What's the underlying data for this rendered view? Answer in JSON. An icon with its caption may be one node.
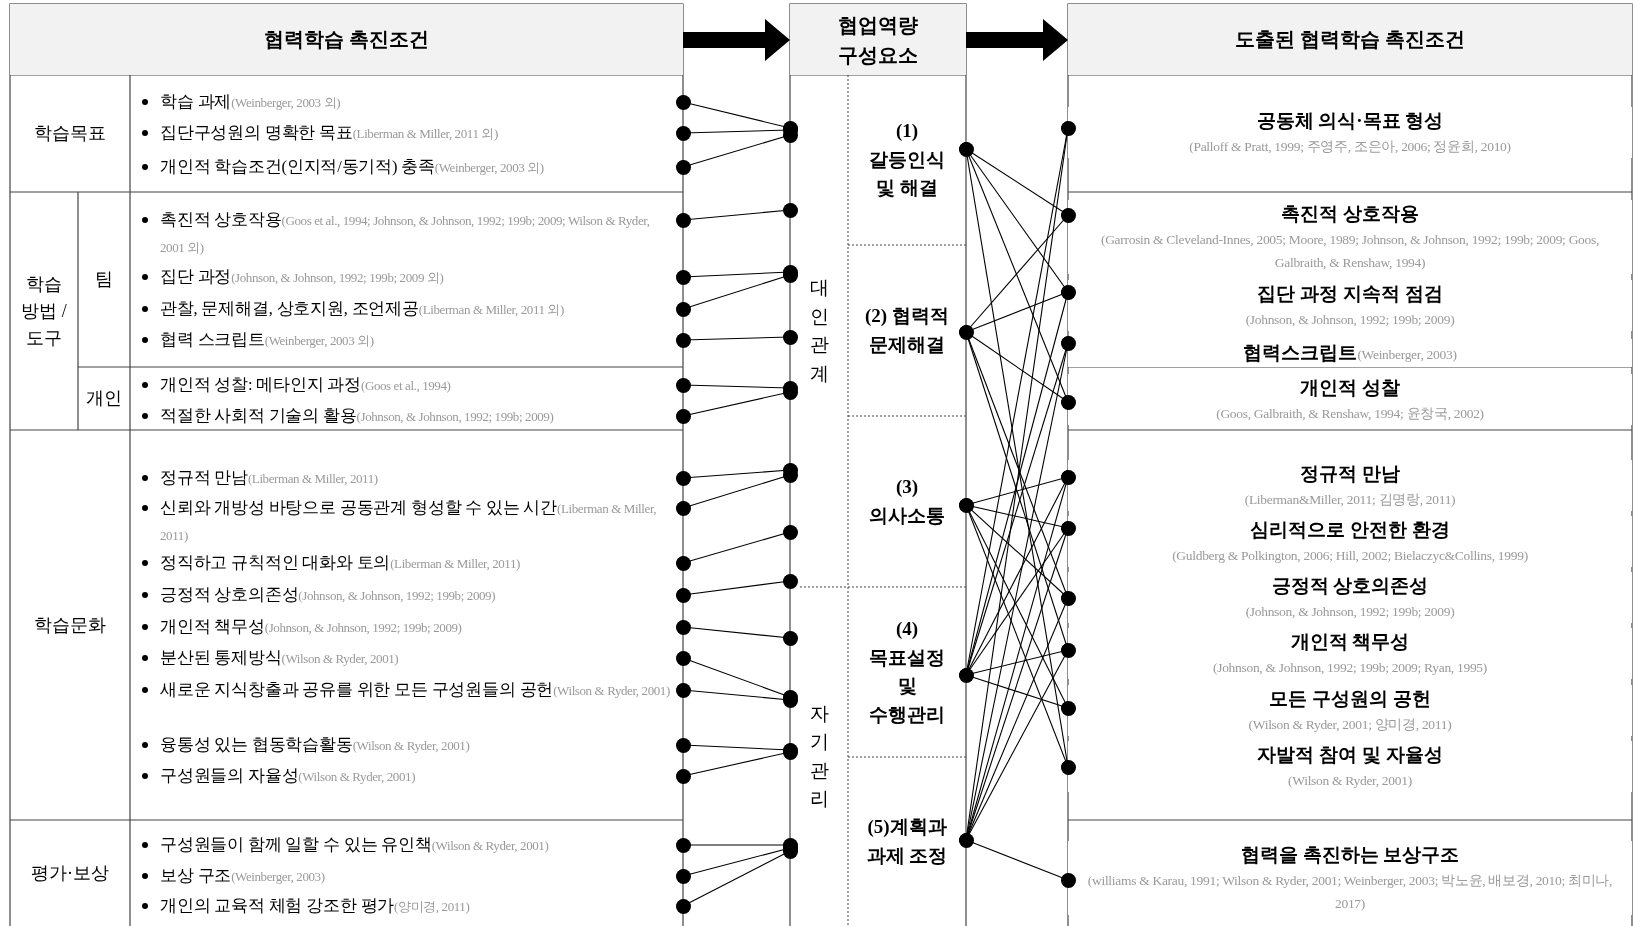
{
  "diagram": {
    "nodes": [
      {
        "text": [
          "협력학습 촉진조건"
        ]
      },
      {
        "text": [
          "학습목표"
        ]
      },
      {
        "text": [
          "학습 방법 /도구"
        ]
      },
      {
        "text": [
          "팀"
        ]
      },
      {
        "text": [
          "개인"
        ]
      },
      {
        "text": [
          "학습문화"
        ]
      },
      {
        "text": [
          "평가·보상"
        ]
      },
      {
        "text": [
          "학습 과제",
          "(Weinberger, 2003 외)"
        ]
      },
      {
        "text": [
          "집단구성원의 명확한 목표",
          "(Liberman &  Miller, 2011 외)"
        ]
      },
      {
        "text": [
          "개인적 학습조건(인지적/동기적) 충족",
          "(Weinberger, 2003 외)"
        ]
      },
      {
        "text": [
          "촉진적 상호작용",
          "(Goos et al., 1994; Johnson, & Johnson, 1992; 199b; 2009; Wilson & Ryder, 2001 외)"
        ]
      },
      {
        "text": [
          "집단 과정",
          "(Johnson, & Johnson, 1992; 199b; 2009 외)"
        ]
      },
      {
        "text": [
          "관찰, 문제해결, 상호지원, 조언제공",
          "(Liberman & Miller, 2011 외)"
        ]
      },
      {
        "text": [
          "협력 스크립트",
          "(Weinberger, 2003 외)"
        ]
      },
      {
        "text": [
          "개인적 성찰: 메타인지 과정",
          "(Goos et al., 1994)"
        ]
      },
      {
        "text": [
          "적절한 사회적 기술의 활용",
          "(Johnson, & Johnson, 1992; 199b; 2009)"
        ]
      },
      {
        "text": [
          "정규적 만남",
          "(Liberman &  Miller, 2011)"
        ]
      },
      {
        "text": [
          "신뢰와 개방성 바탕으로 공동관계 형성할 수 있는 시간",
          "(Liberman &  Miller, 2011)"
        ]
      },
      {
        "text": [
          "정직하고 규칙적인 대화와 토의",
          "(Liberman & Miller, 2011)"
        ]
      },
      {
        "text": [
          "긍정적 상호의존성",
          "(Johnson, & Johnson, 1992; 199b; 2009)"
        ]
      },
      {
        "text": [
          "개인적 책무성",
          "(Johnson, & Johnson, 1992; 199b; 2009)"
        ]
      },
      {
        "text": [
          "분산된 통제방식",
          "(Wilson & Ryder, 2001)"
        ]
      },
      {
        "text": [
          "새로운 지식창출과 공유를 위한 모든 구성원들의 공헌",
          "(Wilson & Ryder, 2001)"
        ]
      },
      {
        "text": [
          "융통성 있는 협동학습활동",
          "(Wilson & Ryder, 2001)"
        ]
      },
      {
        "text": [
          "구성원들의 자율성",
          "(Wilson & Ryder, 2001)"
        ]
      },
      {
        "text": [
          "구성원들이 함께 일할 수 있는 유인책",
          "(Wilson & Ryder, 2001)"
        ]
      },
      {
        "text": [
          "보상 구조",
          "(Weinberger, 2003)"
        ]
      },
      {
        "text": [
          "개인의 교육적 체험 강조한 평가",
          "(양미경, 2011)"
        ]
      },
      {
        "text": [
          "협업역량 구성요소"
        ]
      },
      {
        "text": [
          "대인관계"
        ]
      },
      {
        "text": [
          "자기관리"
        ]
      },
      {
        "text": [
          "(1) 갈등인식 및 해결"
        ]
      },
      {
        "text": [
          "(2) 협력적 문제해결"
        ]
      },
      {
        "text": [
          "(3) 의사소통"
        ]
      },
      {
        "text": [
          "(4) 목표설정 및 수행관리"
        ]
      },
      {
        "text": [
          "(5)계획과 과제 조정"
        ]
      },
      {
        "text": [
          "도출된 협력학습 촉진조건"
        ]
      },
      {
        "text": [
          "공동체 의식·목표 형성",
          "(Palloff & Pratt, 1999; 주영주, 조은아, 2006; 정윤희, 2010)"
        ]
      },
      {
        "text": [
          "촉진적 상호작용",
          "(Garrosin & Cleveland-Innes, 2005; Moore, 1989; Johnson, & Johnson, 1992; 199b; 2009; Goos, Galbraith, & Renshaw, 1994)"
        ]
      },
      {
        "text": [
          "집단 과정 지속적 점검",
          "(Johnson, & Johnson, 1992; 199b; 2009)"
        ]
      },
      {
        "text": [
          "협력스크립트",
          "(Weinberger, 2003)"
        ]
      },
      {
        "text": [
          "개인적 성찰",
          "(Goos, Galbraith, & Renshaw, 1994; 윤창국, 2002)"
        ]
      },
      {
        "text": [
          "정규적 만남",
          "(Liberman&Miller, 2011; 김명랑, 2011)"
        ]
      },
      {
        "text": [
          "심리적으로 안전한 환경",
          "(Guldberg & Polkington, 2006; Hill, 2002; Bielaczyc&Collins, 1999)"
        ]
      },
      {
        "text": [
          "긍정적 상호의존성",
          "(Johnson, & Johnson, 1992; 199b; 2009)"
        ]
      },
      {
        "text": [
          "개인적 책무성",
          "(Johnson, & Johnson, 1992; 199b; 2009; Ryan, 1995)"
        ]
      },
      {
        "text": [
          "모든 구성원의 공헌",
          "(Wilson & Ryder, 2001; 양미경, 2011)"
        ]
      },
      {
        "text": [
          "자발적 참여 및 자율성",
          "(Wilson & Ryder, 2001)"
        ]
      },
      {
        "text": [
          "협력을 촉진하는 보상구조",
          "(williams & Karau, 1991; Wilson & Ryder, 2001; Weinberger, 2003; 박노윤, 배보경, 2010; 최미나, 2017)"
        ]
      }
    ],
    "edges": [
      {
        "from": 0,
        "to": 28,
        "arrow": "to",
        "style": "thick"
      },
      {
        "from": 28,
        "to": 36,
        "arrow": "to",
        "style": "thick"
      },
      {
        "from": 7,
        "to": 29,
        "arrow": "other"
      },
      {
        "from": 8,
        "to": 29,
        "arrow": "other"
      },
      {
        "from": 9,
        "to": 29,
        "arrow": "other"
      },
      {
        "from": 10,
        "to": 29,
        "arrow": "other"
      },
      {
        "from": 11,
        "to": 29,
        "arrow": "other"
      },
      {
        "from": 12,
        "to": 29,
        "arrow": "other"
      },
      {
        "from": 13,
        "to": 29,
        "arrow": "other"
      },
      {
        "from": 14,
        "to": 29,
        "arrow": "other"
      },
      {
        "from": 15,
        "to": 29,
        "arrow": "other"
      },
      {
        "from": 16,
        "to": 29,
        "arrow": "other"
      },
      {
        "from": 17,
        "to": 29,
        "arrow": "other"
      },
      {
        "from": 18,
        "to": 29,
        "arrow": "other"
      },
      {
        "from": 19,
        "to": 29,
        "arrow": "other"
      },
      {
        "from": 20,
        "to": 30,
        "arrow": "other"
      },
      {
        "from": 21,
        "to": 30,
        "arrow": "other"
      },
      {
        "from": 22,
        "to": 30,
        "arrow": "other"
      },
      {
        "from": 23,
        "to": 30,
        "arrow": "other"
      },
      {
        "from": 24,
        "to": 30,
        "arrow": "other"
      },
      {
        "from": 25,
        "to": 30,
        "arrow": "other"
      },
      {
        "from": 26,
        "to": 30,
        "arrow": "other"
      },
      {
        "from": 27,
        "to": 30,
        "arrow": "other"
      },
      {
        "from": 31,
        "to": 38,
        "arrow": "other"
      },
      {
        "from": 31,
        "to": 39,
        "arrow": "other"
      },
      {
        "from": 31,
        "to": 41,
        "arrow": "other"
      },
      {
        "from": 31,
        "to": 47,
        "arrow": "other"
      },
      {
        "from": 32,
        "to": 38,
        "arrow": "other"
      },
      {
        "from": 32,
        "to": 39,
        "arrow": "other"
      },
      {
        "from": 32,
        "to": 41,
        "arrow": "other"
      },
      {
        "from": 32,
        "to": 44,
        "arrow": "other"
      },
      {
        "from": 32,
        "to": 45,
        "arrow": "other"
      },
      {
        "from": 33,
        "to": 42,
        "arrow": "other"
      },
      {
        "from": 33,
        "to": 43,
        "arrow": "other"
      },
      {
        "from": 33,
        "to": 44,
        "arrow": "other"
      },
      {
        "from": 33,
        "to": 46,
        "arrow": "other"
      },
      {
        "from": 33,
        "to": 47,
        "arrow": "other"
      },
      {
        "from": 34,
        "to": 37,
        "arrow": "other"
      },
      {
        "from": 34,
        "to": 39,
        "arrow": "other"
      },
      {
        "from": 34,
        "to": 40,
        "arrow": "other"
      },
      {
        "from": 34,
        "to": 42,
        "arrow": "other"
      },
      {
        "from": 34,
        "to": 43,
        "arrow": "other"
      },
      {
        "from": 34,
        "to": 45,
        "arrow": "other"
      },
      {
        "from": 34,
        "to": 46,
        "arrow": "other"
      },
      {
        "from": 35,
        "to": 37,
        "arrow": "other"
      },
      {
        "from": 35,
        "to": 40,
        "arrow": "other"
      },
      {
        "from": 35,
        "to": 42,
        "arrow": "other"
      },
      {
        "from": 35,
        "to": 43,
        "arrow": "other"
      },
      {
        "from": 35,
        "to": 44,
        "arrow": "other"
      },
      {
        "from": 35,
        "to": 45,
        "arrow": "other"
      },
      {
        "from": 35,
        "to": 48,
        "arrow": "other"
      }
    ]
  }
}
